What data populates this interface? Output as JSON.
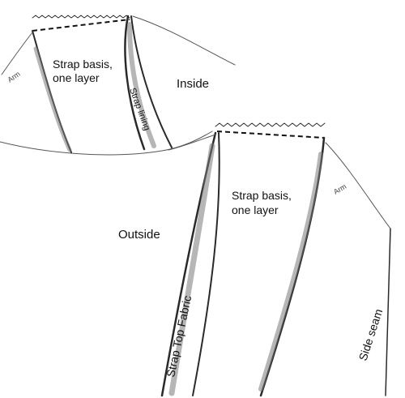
{
  "labels": {
    "arm_top": "Arm",
    "strap_basis_top_line1": "Strap basis,",
    "strap_basis_top_line2": "one layer",
    "strap_lining": "Strap lining",
    "inside": "Inside",
    "outside": "Outside",
    "strap_basis_bottom_line1": "Strap basis,",
    "strap_basis_bottom_line2": "one layer",
    "arm_bottom": "Arm",
    "strap_top_fabric": "Strap Top Fabric",
    "side_seam": "Side seam"
  }
}
